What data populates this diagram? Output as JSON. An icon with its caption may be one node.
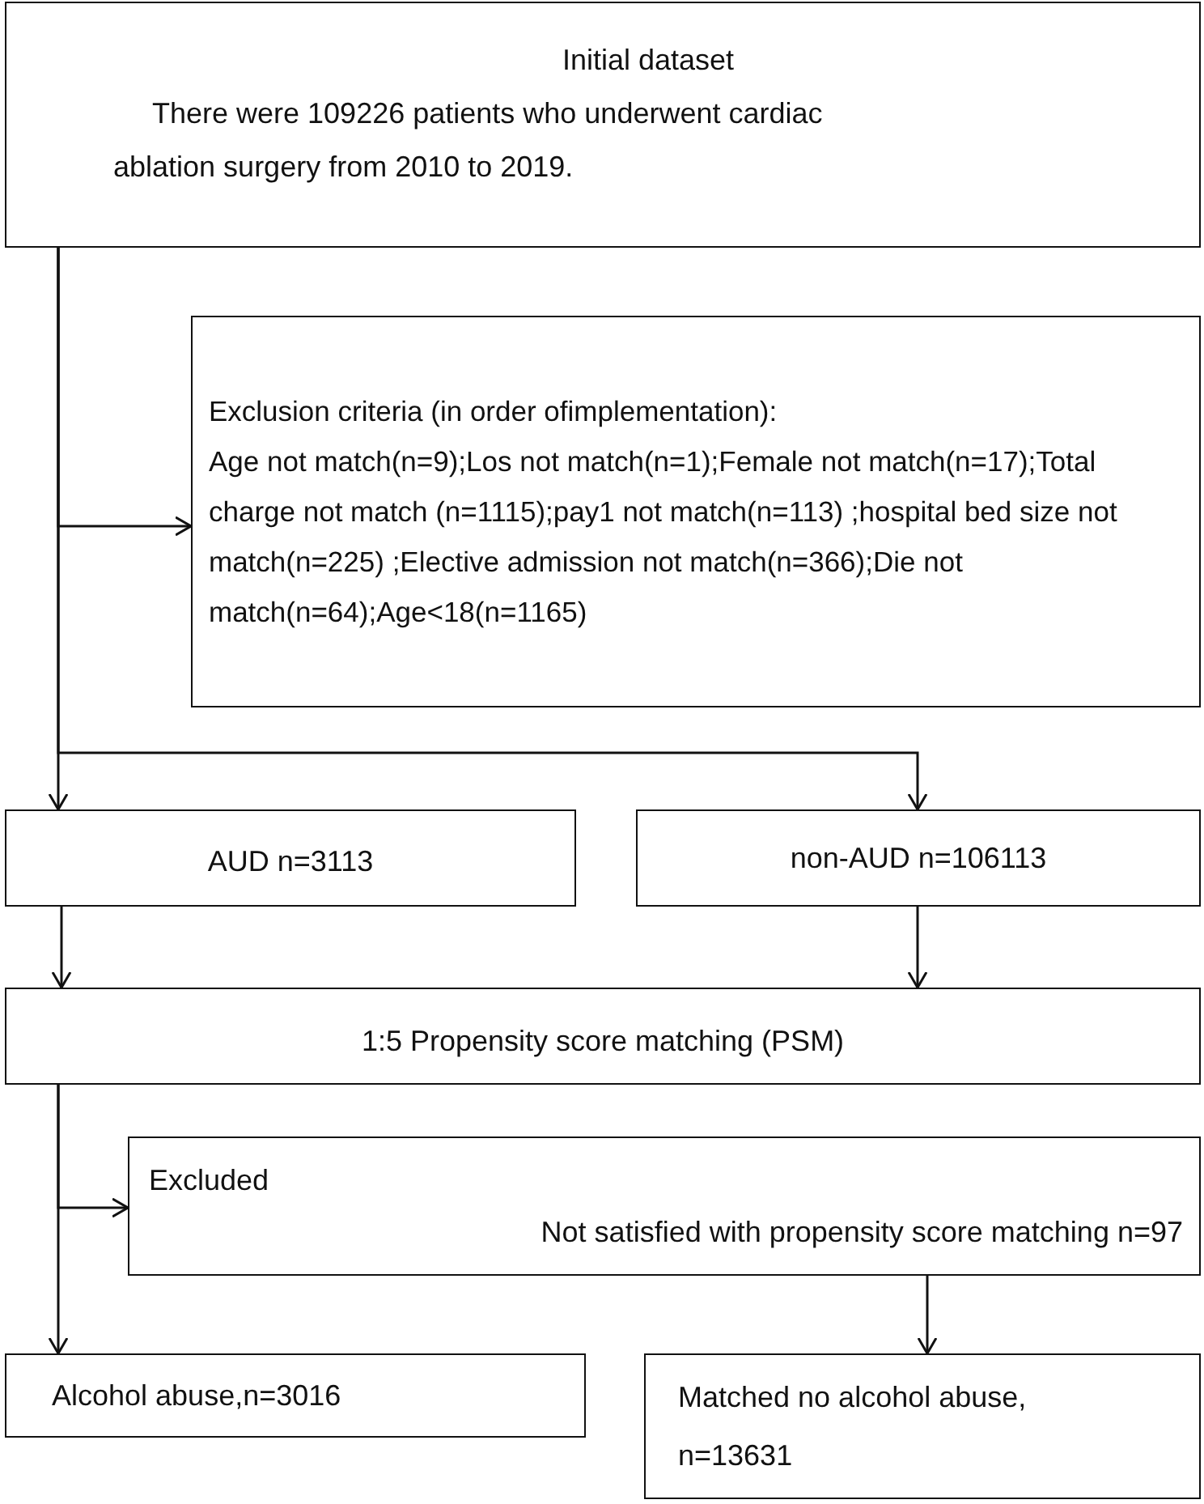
{
  "diagram": {
    "nodes": [
      {
        "text": [
          "Initial dataset",
          "There were 109226 patients who underwent cardiac ablation surgery from 2010 to 2019."
        ]
      },
      {
        "text": [
          "Exclusion criteria (in order ofimplementation):",
          "Age not match(n=9);Los not match(n=1);Female not match(n=17);Total charge not match (n=1115);pay1 not match(n=113) ;hospital bed size not match(n=225) ;Elective admission not match(n=366);Die not match(n=64);Age<18(n=1165)"
        ]
      },
      {
        "text": [
          "AUD  n=3113"
        ]
      },
      {
        "text": [
          "non-AUD n=106113"
        ]
      },
      {
        "text": [
          "1:5 Propensity score matching (PSM)"
        ]
      },
      {
        "text": [
          "Excluded",
          "Not satisfied with propensity score matching n=97"
        ]
      },
      {
        "text": [
          "Alcohol abuse,n=3016"
        ]
      },
      {
        "text": [
          "Matched no alcohol abuse, n=13631"
        ]
      }
    ],
    "edges": [
      {
        "from": 0,
        "to": 1,
        "arrow": "to"
      },
      {
        "from": 0,
        "to": 2,
        "arrow": "to"
      },
      {
        "from": 0,
        "to": 3,
        "arrow": "to"
      },
      {
        "from": 2,
        "to": 4,
        "arrow": "to"
      },
      {
        "from": 3,
        "to": 4,
        "arrow": "to"
      },
      {
        "from": 4,
        "to": 5,
        "arrow": "to"
      },
      {
        "from": 4,
        "to": 6,
        "arrow": "to"
      },
      {
        "from": 5,
        "to": 7,
        "arrow": "to"
      }
    ]
  }
}
